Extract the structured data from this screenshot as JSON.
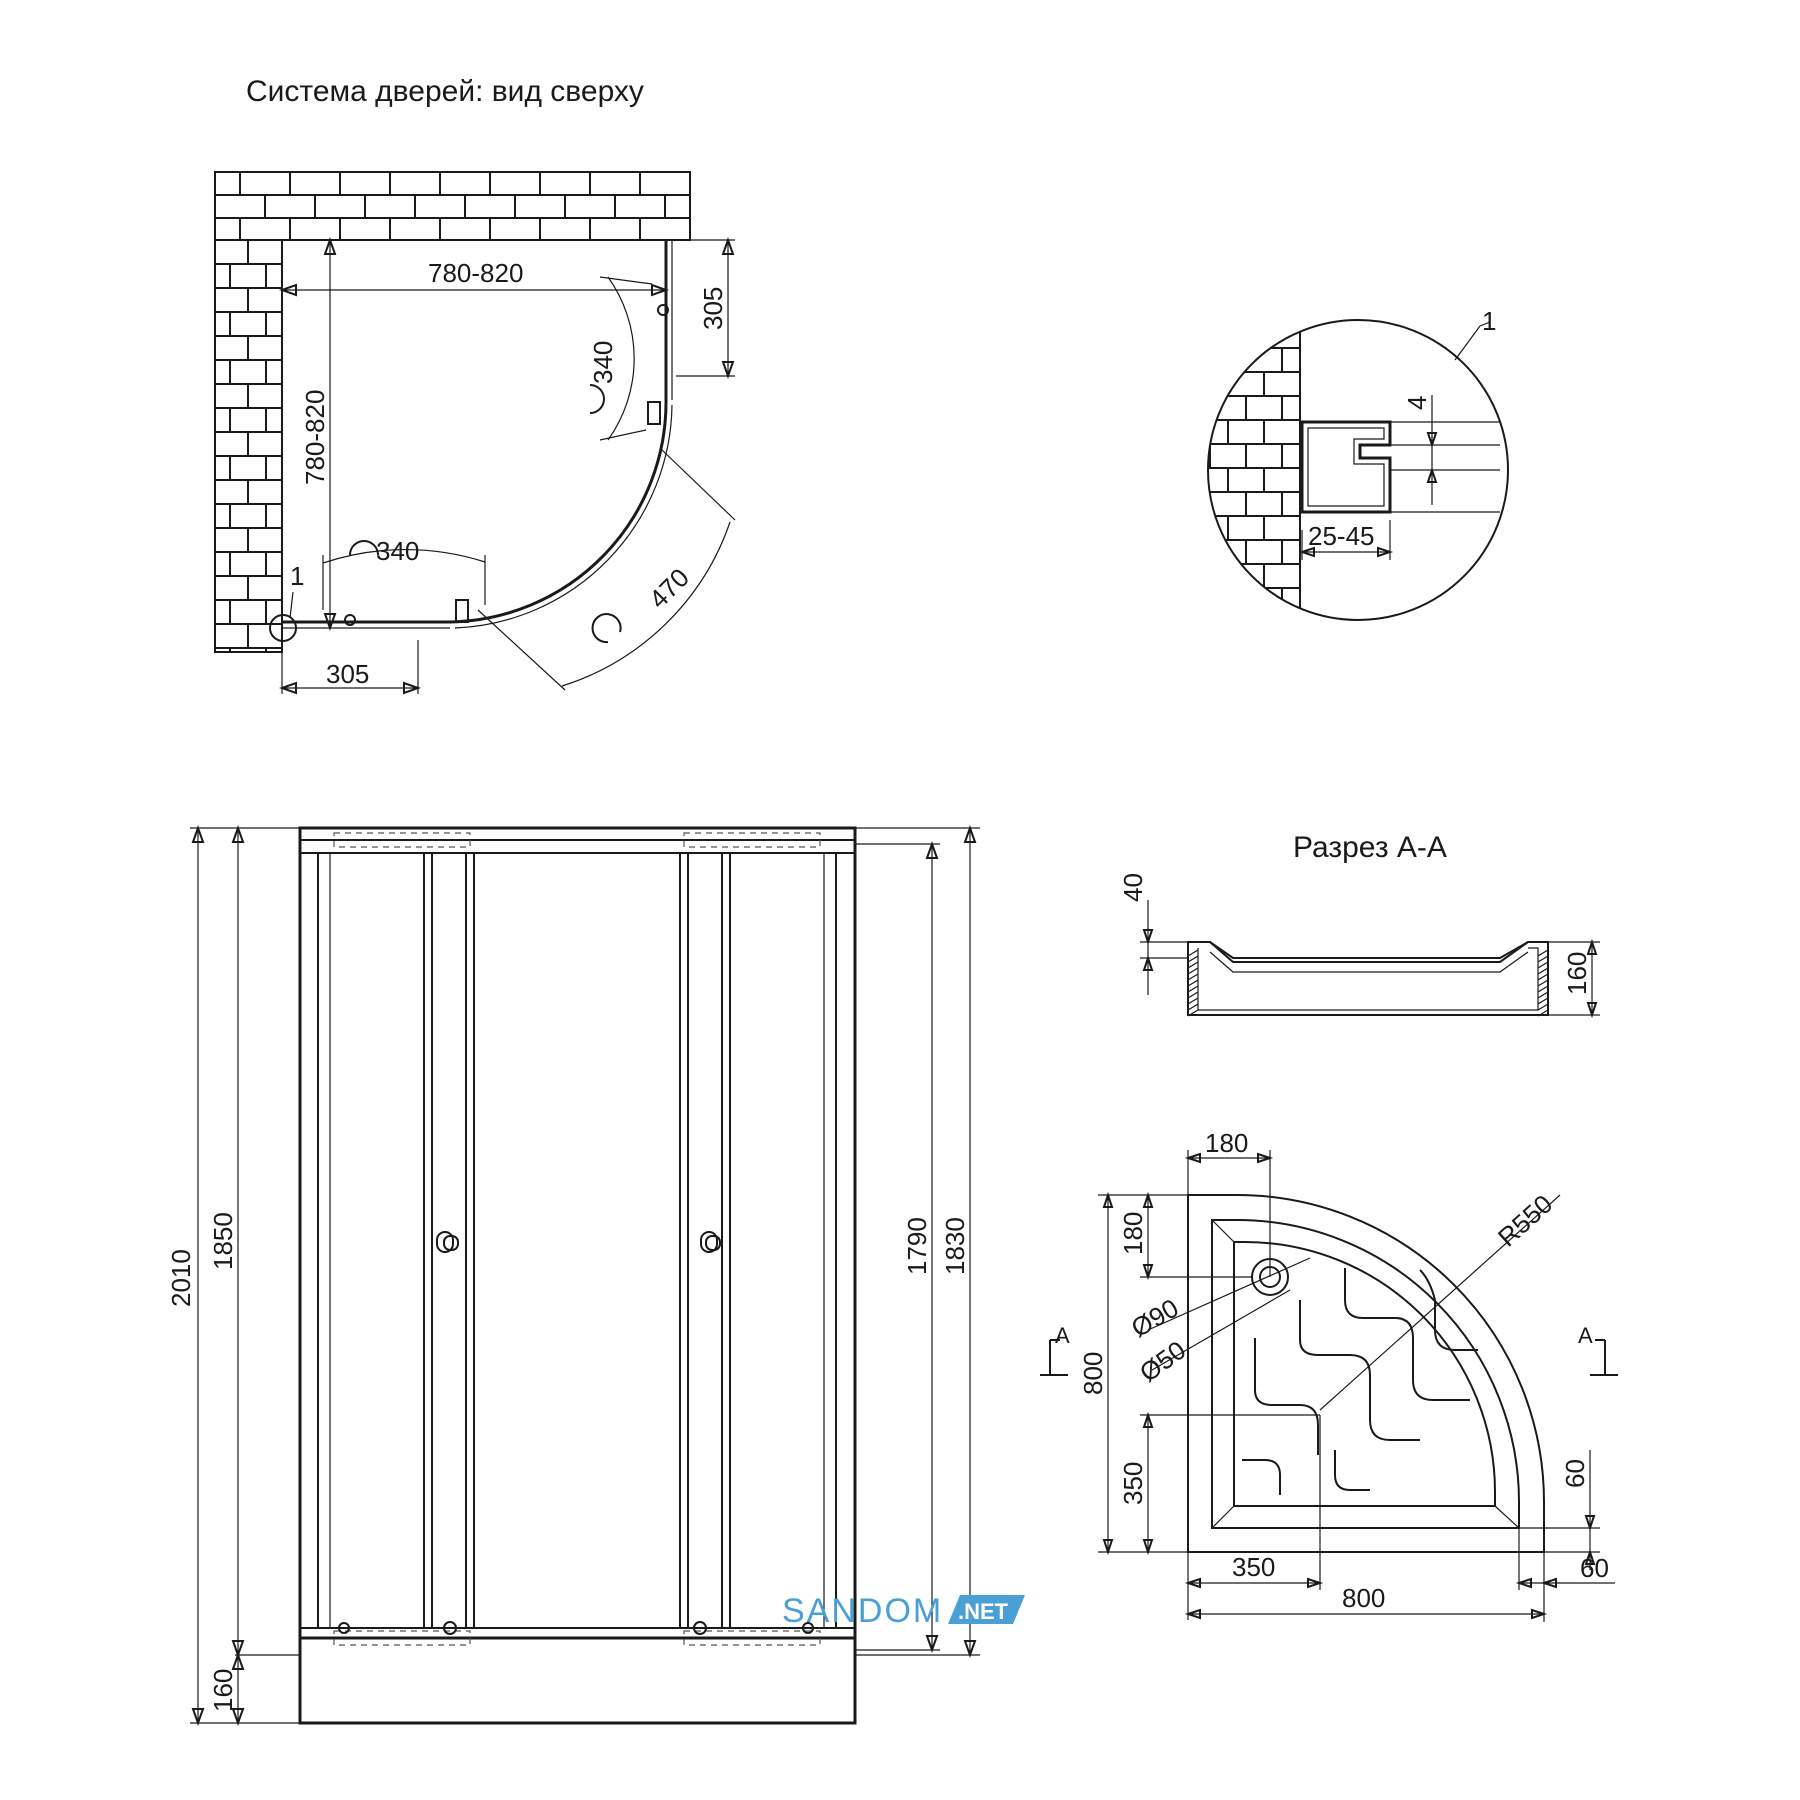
{
  "titles": {
    "top_view": "Система дверей: вид сверху",
    "section": "Разрез A-A"
  },
  "top_view": {
    "width_dim": "780-820",
    "depth_dim": "780-820",
    "fixed_panel_right": "305",
    "fixed_panel_bottom": "305",
    "door_opening_right": "340",
    "door_opening_bottom": "340",
    "arc_opening": "470",
    "callout": "1"
  },
  "detail": {
    "callout": "1",
    "gap": "4",
    "profile_range": "25-45"
  },
  "front_view": {
    "total_height": "2010",
    "door_height": "1850",
    "tray_height": "160",
    "inner_height_1": "1790",
    "inner_height_2": "1830"
  },
  "section": {
    "rim": "40",
    "tray_height": "160"
  },
  "tray_plan": {
    "drain_offset_x": "180",
    "drain_offset_y": "180",
    "radius": "R550",
    "drain_outer": "Ø90",
    "drain_inner": "Ø50",
    "section_mark_left": "A",
    "section_mark_right": "A",
    "side": "800",
    "bottom": "800",
    "flat_x": "350",
    "flat_y": "350",
    "edge_right": "60",
    "edge_bottom": "60"
  },
  "watermark": {
    "brand": "SANDOM",
    "suffix": ".NET",
    "brand_color": "#4a9fd5"
  }
}
